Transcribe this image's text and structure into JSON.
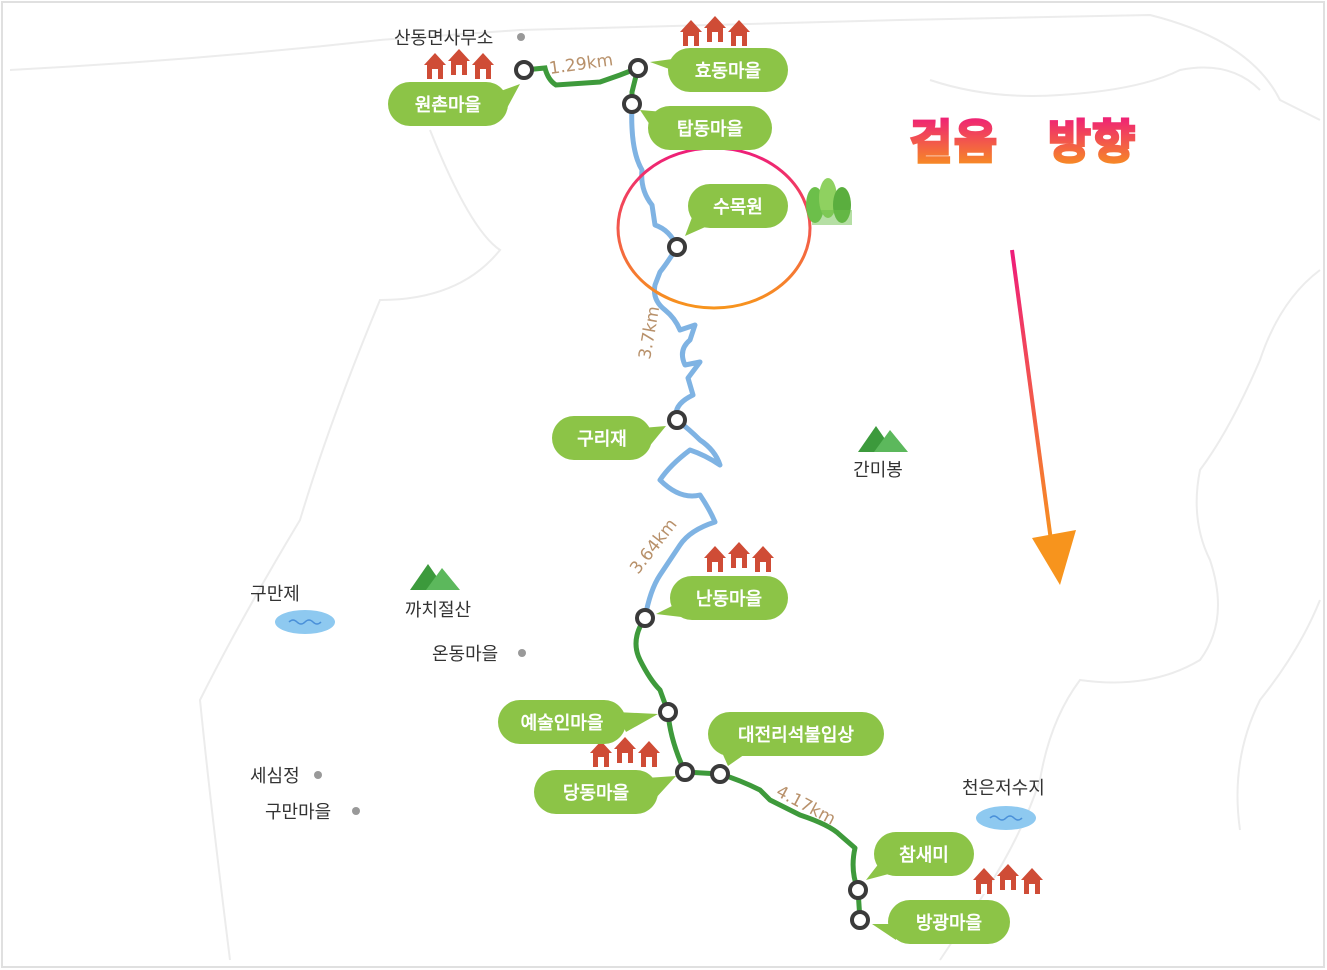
{
  "colors": {
    "bubble_green": "#8cc447",
    "route_green": "#3e9a3b",
    "route_blue": "#7fb3e3",
    "distance_brown": "#b8916b",
    "node_stroke": "#3a3a3a",
    "highlight_ellipse_top": "#ee1c7a",
    "highlight_ellipse_bottom": "#f7941d",
    "arrow_top": "#ee1c7a",
    "arrow_bottom": "#f7941d",
    "house_red": "#cf4c36",
    "mountain_green": "#3c9a3c",
    "water_blue": "#8ec9f0"
  },
  "annotation": {
    "part1": "걸음",
    "part2": "방향"
  },
  "distances": {
    "seg1": "1.29km",
    "seg2": "3.7km",
    "seg3": "3.64km",
    "seg4": "4.17km"
  },
  "route_stops": [
    {
      "label": "원촌마을"
    },
    {
      "label": "효동마을"
    },
    {
      "label": "탑동마을"
    },
    {
      "label": "수목원"
    },
    {
      "label": "구리재"
    },
    {
      "label": "난동마을"
    },
    {
      "label": "예술인마을"
    },
    {
      "label": "대전리석불입상"
    },
    {
      "label": "당동마을"
    },
    {
      "label": "참새미"
    },
    {
      "label": "방광마을"
    }
  ],
  "places": [
    {
      "label": "산동면사무소"
    },
    {
      "label": "간미봉"
    },
    {
      "label": "구만제"
    },
    {
      "label": "까치절산"
    },
    {
      "label": "온동마을"
    },
    {
      "label": "세심정"
    },
    {
      "label": "구만마을"
    },
    {
      "label": "천은저수지"
    }
  ],
  "icons": [
    "house-icon",
    "forest-icon",
    "mountain-icon",
    "water-icon",
    "route-node-icon",
    "direction-arrow-icon"
  ]
}
